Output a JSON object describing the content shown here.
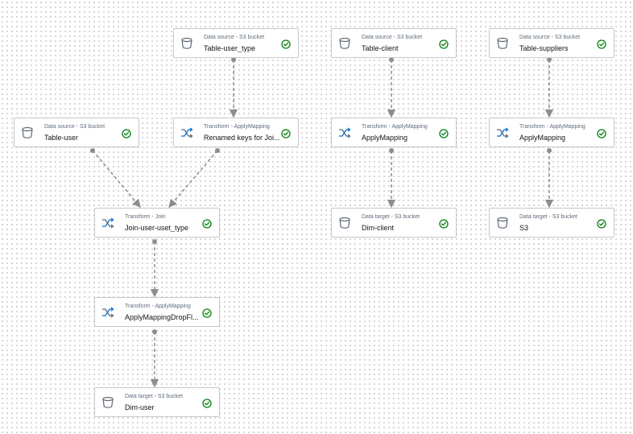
{
  "nodes": [
    {
      "id": "table-user-type",
      "type_label": "Data source - S3 bucket",
      "name": "Table-user_type",
      "icon": "bucket-icon",
      "status": "success"
    },
    {
      "id": "table-client",
      "type_label": "Data source - S3 bucket",
      "name": "Table-client",
      "icon": "bucket-icon",
      "status": "success"
    },
    {
      "id": "table-suppliers",
      "type_label": "Data source - S3 bucket",
      "name": "Table-suppliers",
      "icon": "bucket-icon",
      "status": "success"
    },
    {
      "id": "table-user",
      "type_label": "Data source - S3 bucket",
      "name": "Table-user",
      "icon": "bucket-icon",
      "status": "success"
    },
    {
      "id": "renamed-keys",
      "type_label": "Transform - ApplyMapping",
      "name": "Renamed keys for Joi...",
      "icon": "transform-icon",
      "status": "success"
    },
    {
      "id": "applymapping-client",
      "type_label": "Transform - ApplyMapping",
      "name": "ApplyMapping",
      "icon": "transform-icon",
      "status": "success"
    },
    {
      "id": "applymapping-suppliers",
      "type_label": "Transform - ApplyMapping",
      "name": "ApplyMapping",
      "icon": "transform-icon",
      "status": "success"
    },
    {
      "id": "join",
      "type_label": "Transform - Join",
      "name": "Join-user-uset_type",
      "icon": "transform-icon",
      "status": "success"
    },
    {
      "id": "dim-client",
      "type_label": "Data target - S3 bucket",
      "name": "Dim-client",
      "icon": "bucket-icon",
      "status": "success"
    },
    {
      "id": "s3-target",
      "type_label": "Data target - S3 bucket",
      "name": "S3",
      "icon": "bucket-icon",
      "status": "success"
    },
    {
      "id": "applymapping-dropfields",
      "type_label": "Transform - ApplyMapping",
      "name": "ApplyMappingDropFl...",
      "icon": "transform-icon",
      "status": "success"
    },
    {
      "id": "dim-user",
      "type_label": "Data target - S3 bucket",
      "name": "Dim-user",
      "icon": "bucket-icon",
      "status": "success"
    }
  ],
  "edges": [
    {
      "from": "table-user-type",
      "to": "renamed-keys"
    },
    {
      "from": "table-client",
      "to": "applymapping-client"
    },
    {
      "from": "table-suppliers",
      "to": "applymapping-suppliers"
    },
    {
      "from": "table-user",
      "to": "join"
    },
    {
      "from": "renamed-keys",
      "to": "join"
    },
    {
      "from": "applymapping-client",
      "to": "dim-client"
    },
    {
      "from": "applymapping-suppliers",
      "to": "s3-target"
    },
    {
      "from": "join",
      "to": "applymapping-dropfields"
    },
    {
      "from": "applymapping-dropfields",
      "to": "dim-user"
    }
  ],
  "colors": {
    "status_success": "#037f0c",
    "edge": "#8d8d8d",
    "icon": "#5f6b7a",
    "transform_accent": "#0972d3"
  }
}
